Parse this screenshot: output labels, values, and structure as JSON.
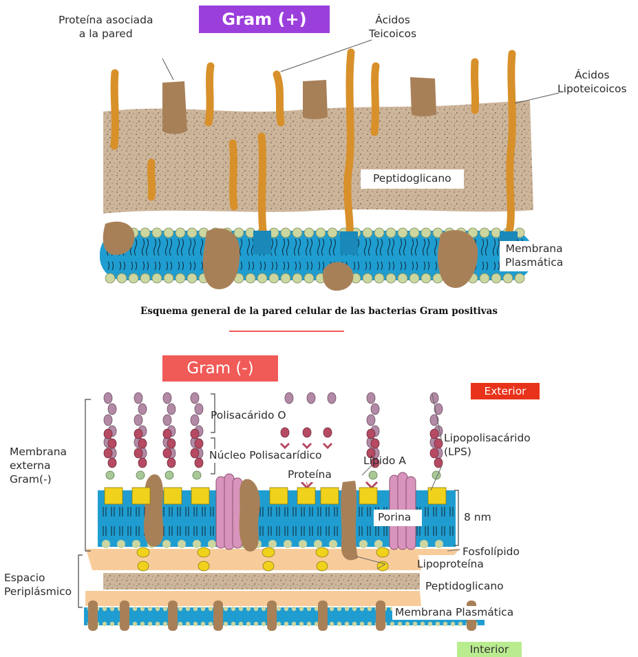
{
  "gram_positive": {
    "badge": "Gram (+)",
    "badge_color": "#9b3fdc",
    "labels": {
      "wall_protein": "Proteína asociada\na la pared",
      "teichoic": "Ácidos\nTeicoicos",
      "lipoteichoic": "Ácidos\nLipoteicoicos",
      "peptidoglycan": "Peptidoglicano",
      "plasma_membrane": "Membrana\nPlasmática"
    },
    "caption": "Esquema general de la pared celular de las bacterias Gram positivas"
  },
  "gram_negative": {
    "badge": "Gram (-)",
    "badge_color": "#f05a57",
    "exterior": "Exterior",
    "exterior_color": "#e8321a",
    "interior": "Interior",
    "interior_color": "#b9ec8f",
    "labels": {
      "o_polysaccharide": "Polisacárido O",
      "core_polysaccharide": "Núcleo Polisacarídico",
      "lps": "Lipopolisacárido\n(LPS)",
      "outer_membrane": "Membrana\nexterna\nGram(-)",
      "protein": "Proteína",
      "lipid_a": "Lípido A",
      "porin": "Porina",
      "thickness": "8 nm",
      "phospholipid": "Fosfolípido",
      "lipoprotein": "Lipoproteína",
      "periplasmic_space": "Espacio\nPeriplásmico",
      "peptidoglycan": "Peptidoglicano",
      "plasma_membrane": "Membrana Plasmática"
    }
  },
  "colors": {
    "peptidoglycan": "#cdb59a",
    "membrane": "#1f9dd0",
    "lipid_head": "#cbd6a0",
    "teichoic_acid": "#d8902a",
    "protein": "#a88058",
    "o_antigen_light": "#b28aa5",
    "o_antigen_dark": "#b54a62",
    "lps_core": "#a8c898",
    "lipid_a": "#f0d21c",
    "porin": "#d894bc",
    "periplasm": "#f8cc9a"
  }
}
